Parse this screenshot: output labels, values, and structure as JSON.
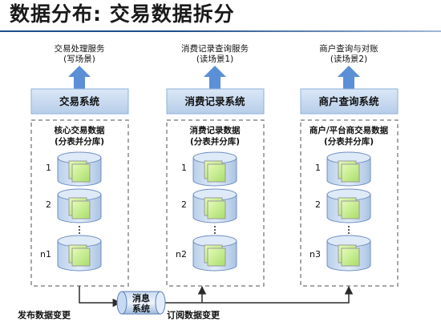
{
  "title": "数据分布: 交易数据拆分",
  "columns": [
    {
      "scenario_line1": "交易处理服务",
      "scenario_line2": "(写场景)",
      "system": "交易系统",
      "db_line1": "核心交易数据",
      "db_line2": "(分表并分库)",
      "shards": [
        "1",
        "2",
        "n1"
      ]
    },
    {
      "scenario_line1": "消费记录查询服务",
      "scenario_line2": "(读场景1)",
      "system": "消费记录系统",
      "db_line1": "消费记录数据",
      "db_line2": "(分表并分库)",
      "shards": [
        "1",
        "2",
        "n2"
      ]
    },
    {
      "scenario_line1": "商户查询与对账",
      "scenario_line2": "(读场景2)",
      "system": "商户查询系统",
      "db_line1": "商户/平台商交易数据",
      "db_line2": "(分表并分库)",
      "shards": [
        "1",
        "2",
        "n3"
      ]
    }
  ],
  "message_queue": {
    "line1": "消息",
    "line2": "系统"
  },
  "publish_label": "发布数据变更",
  "subscribe_label": "订阅数据变更",
  "colors": {
    "arrow_blue": "#5b8fd6",
    "system_box": "#c5d9f1",
    "cylinder": "#d0e1f4",
    "doc_green": "#c8f090"
  }
}
